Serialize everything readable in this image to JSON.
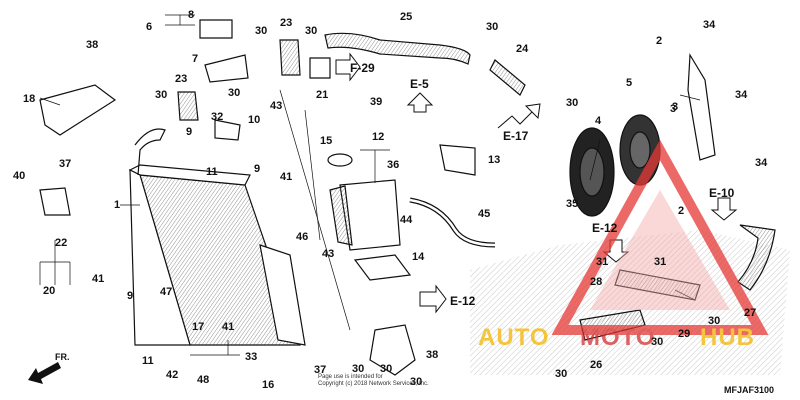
{
  "diagram_code": "MFJAF3100",
  "labels": {
    "front": "FR."
  },
  "refs": [
    "F-29",
    "E-5",
    "E-17",
    "E-12",
    "E-10",
    "E-12"
  ],
  "watermark": {
    "part1": "AUTO",
    "part2": "MOTO",
    "part3": "HUB"
  },
  "copyright": [
    "Page use is intended for",
    "Copyright (c) 2018 Network Services, Inc."
  ],
  "callouts": [
    "6",
    "8",
    "7",
    "30",
    "23",
    "30",
    "25",
    "30",
    "24",
    "34",
    "2",
    "38",
    "18",
    "30",
    "23",
    "30",
    "21",
    "43",
    "39",
    "E-5",
    "5",
    "3",
    "34",
    "12",
    "9",
    "32",
    "10",
    "15",
    "36",
    "13",
    "37",
    "11",
    "9",
    "41",
    "4",
    "34",
    "40",
    "1",
    "46",
    "44",
    "45",
    "35",
    "2",
    "22",
    "43",
    "14",
    "31",
    "31",
    "20",
    "41",
    "9",
    "47",
    "28",
    "30",
    "27",
    "17",
    "29",
    "30",
    "11",
    "41",
    "38",
    "30",
    "26",
    "42",
    "33",
    "37",
    "30",
    "30",
    "48",
    "16",
    "30",
    "3",
    "30"
  ]
}
